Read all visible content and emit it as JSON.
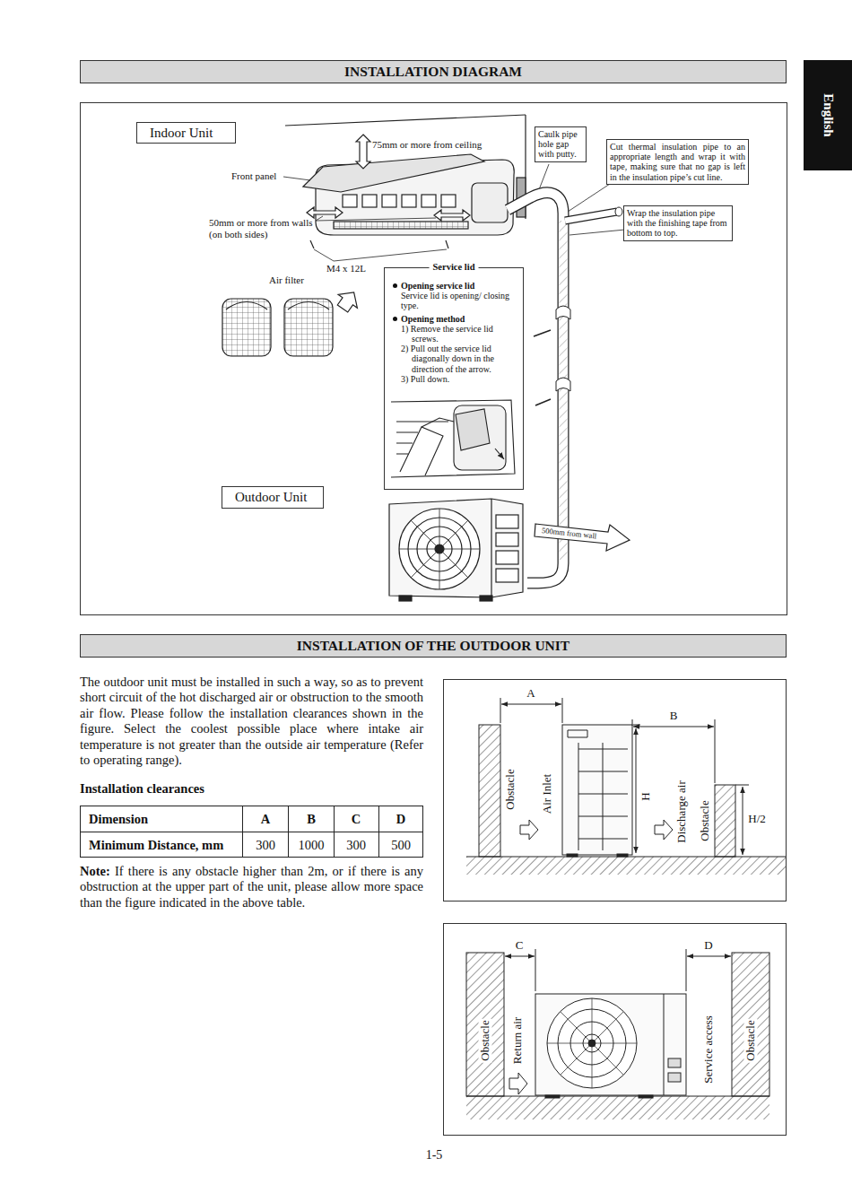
{
  "diagram": {
    "nodes": [
      {
        "text": [
          "English"
        ]
      },
      {
        "text": [
          "INSTALLATION DIAGRAM"
        ]
      },
      {
        "text": [
          "Indoor Unit"
        ]
      },
      {
        "text": [
          "Caulk pipe hole gap with putty."
        ]
      },
      {
        "text": [
          "Cut thermal insulation pipe to an appropriate length and wrap it with tape, making sure that no gap is left in the insulation pipe’s cut line."
        ]
      },
      {
        "text": [
          "Wrap the insulation pipe with the finishing tape from bottom to top."
        ]
      },
      {
        "text": [
          "Service lid",
          "Opening service lid",
          "Service lid is opening/ closing type.",
          "Opening method",
          "1) Remove the service lid screws.",
          "2) Pull out the service lid diagonally down in the direction of the arrow.",
          "3) Pull down."
        ]
      },
      {
        "text": [
          "Outdoor Unit"
        ]
      },
      {
        "text": [
          "INSTALLATION OF THE OUTDOOR UNIT"
        ]
      }
    ],
    "labels": [
      "75mm or more from ceiling",
      "Front panel",
      "50mm or more from walls (on both sides)",
      "M4 x 12L",
      "Air filter",
      "500mm from wall",
      "The outdoor unit must be installed in such a way, so as to prevent short circuit of the hot discharged air or obstruction to the smooth air flow. Please follow the installation clearances shown in the figure. Select the coolest possible place where intake air temperature is not greater than the outside air temperature (Refer to operating range).",
      "Installation clearances",
      "Dimension",
      "A",
      "B",
      "C",
      "D",
      "Minimum Distance, mm",
      "300",
      "1000",
      "300",
      "500",
      "Note:",
      "If there is any obstacle higher than 2m, or if there is any obstruction at the upper part of the unit, please allow more space than the figure indicated in the above table.",
      "A",
      "B",
      "Obstacle",
      "Air Inlet",
      "H",
      "Discharge air",
      "Obstacle",
      "H/2",
      "C",
      "D",
      "Obstacle",
      "Return air",
      "Service access",
      "Obstacle",
      "1-5"
    ]
  }
}
